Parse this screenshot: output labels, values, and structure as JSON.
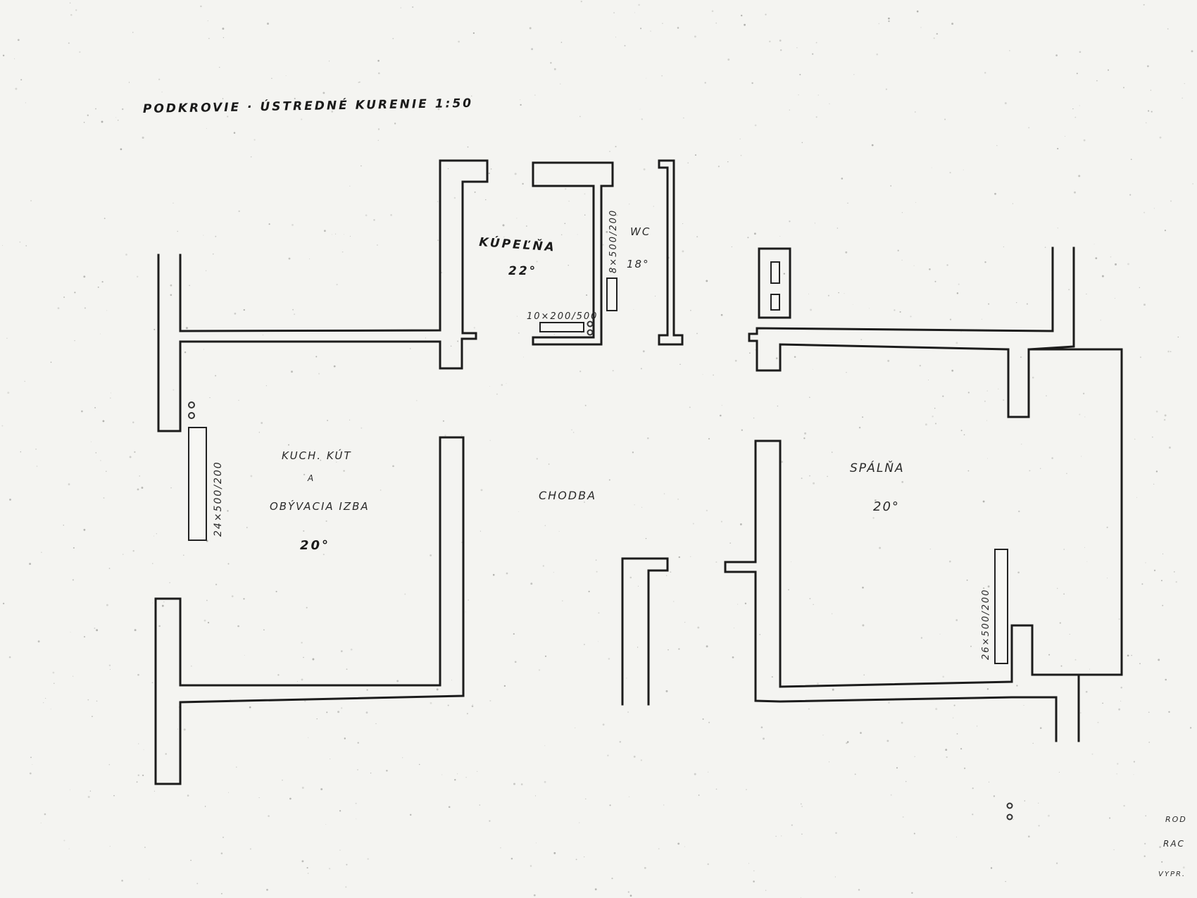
{
  "title": "PODKROVIE · ÚSTREDNÉ KURENIE 1:50",
  "rooms": {
    "bathroom": {
      "name": "KÚPEĽŇA",
      "temp": "22°"
    },
    "wc": {
      "name": "WC",
      "temp": "18°"
    },
    "living": {
      "name_line1": "KUCH. KÚT",
      "name_line2": "A",
      "name_line3": "OBÝVACIA IZBA",
      "temp": "20°"
    },
    "hall": {
      "name": "CHODBA"
    },
    "bedroom": {
      "name": "SPÁLŇA",
      "temp": "20°"
    }
  },
  "radiators": {
    "wc_vertical": "8×500/200",
    "bath_horizontal": "10×200/500",
    "living_left": "24×500/200",
    "bedroom_right": "26×500/200"
  },
  "corner_notes": [
    "ROD",
    "RAC",
    "VYPR."
  ],
  "colors": {
    "ink": "#1c1c1c",
    "paper": "#f4f4f1"
  }
}
